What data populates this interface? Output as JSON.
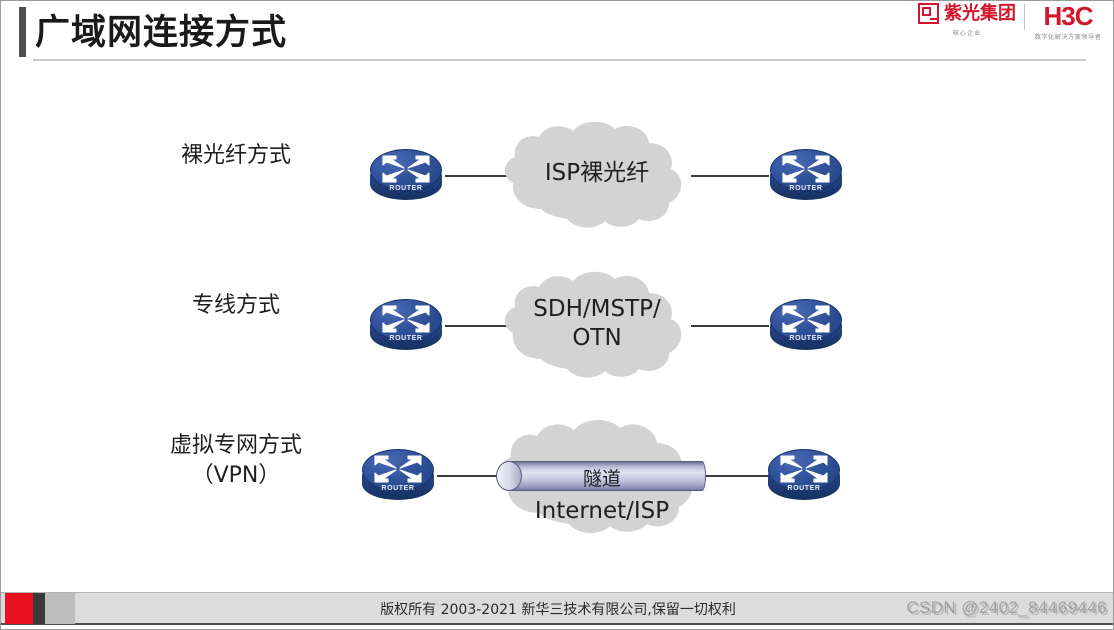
{
  "header": {
    "title": "广域网连接方式",
    "logo": {
      "brand_cn": "紫光集团",
      "brand_cn_sub": "核心企业",
      "brand_en": "H3C",
      "brand_en_sub": "数字化解决方案领导者",
      "accent_color": "#d7142b"
    }
  },
  "diagram": {
    "router_tag": "ROUTER",
    "rows": [
      {
        "label": "裸光纤方式",
        "label_line2": "",
        "cloud_text_line1": "ISP裸光纤",
        "cloud_text_line2": ""
      },
      {
        "label": "专线方式",
        "label_line2": "",
        "cloud_text_line1": "SDH/MSTP/",
        "cloud_text_line2": "OTN"
      },
      {
        "label": "虚拟专网方式",
        "label_line2": "（VPN）",
        "cloud_text_line1": "Internet/ISP",
        "cloud_text_line2": "",
        "tunnel_label": "隧道"
      }
    ],
    "cloud_color": "#d3d3d3",
    "router_color": "#2b4a8f",
    "link_color": "#3b3b3b"
  },
  "footer": {
    "copyright": "版权所有 2003-2021 新华三技术有限公司,保留一切权利",
    "watermark": "CSDN @2402_84469446",
    "accent_red": "#e8121f"
  }
}
